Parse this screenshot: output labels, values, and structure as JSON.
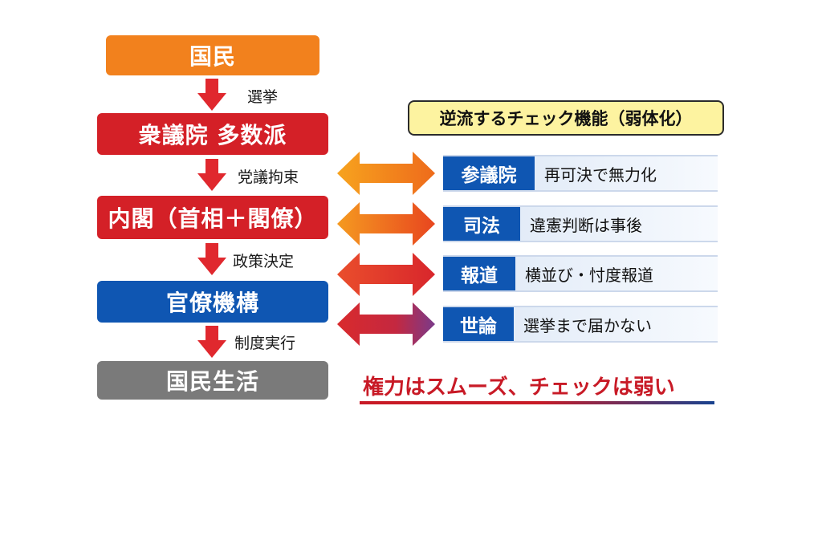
{
  "flow": {
    "nodes": [
      {
        "label": "国民",
        "color": "#f2811d"
      },
      {
        "label": "衆議院 多数派",
        "color": "#d42027"
      },
      {
        "label": "内閣（首相＋閣僚）",
        "color": "#d42027"
      },
      {
        "label": "官僚機構",
        "color": "#0f56b2"
      },
      {
        "label": "国民生活",
        "color": "#7a7a7a"
      }
    ],
    "links": [
      "選挙",
      "党議拘束",
      "政策決定",
      "制度実行"
    ]
  },
  "checks": {
    "title": "逆流するチェック機能（弱体化）",
    "items": [
      {
        "tag": "参議院",
        "desc": "再可決で無力化"
      },
      {
        "tag": "司法",
        "desc": "違憲判断は事後"
      },
      {
        "tag": "報道",
        "desc": "横並び・忖度報道"
      },
      {
        "tag": "世論",
        "desc": "選挙まで届かない"
      }
    ]
  },
  "summary": {
    "text": "権力はスムーズ、チェックは弱い"
  },
  "colors": {
    "arrow_down": "#e0282e",
    "check_tag": "#0f56b2",
    "summary_text": "#c81a26"
  }
}
